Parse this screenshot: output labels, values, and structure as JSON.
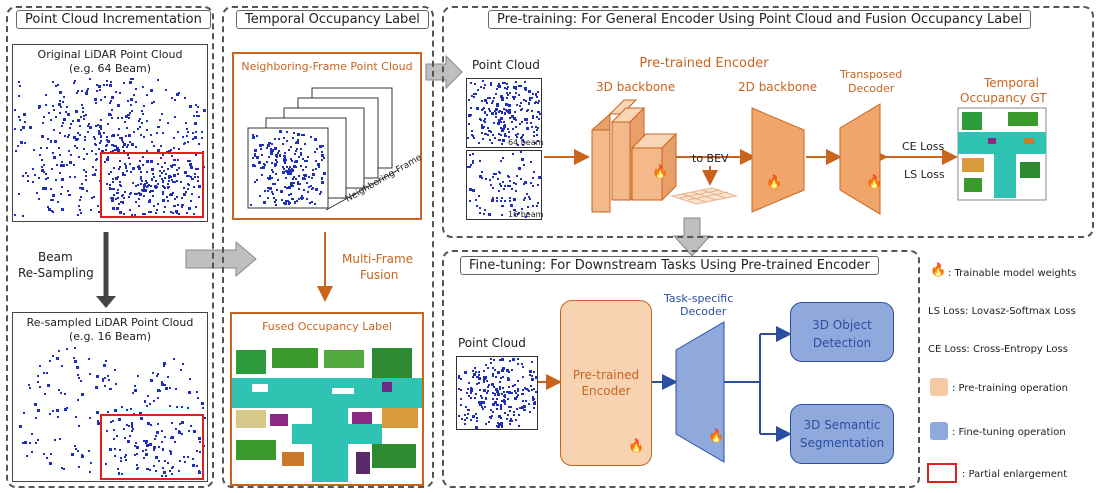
{
  "panels": {
    "point_cloud_incrementation": "Point Cloud Incrementation",
    "temporal_occupancy_label": "Temporal Occupancy Label",
    "pretraining": "Pre-training: For General Encoder Using Point Cloud and Fusion Occupancy Label",
    "finetuning": "Fine-tuning: For Downstream Tasks Using Pre-trained Encoder"
  },
  "incrementation": {
    "original_title": "Original LiDAR Point Cloud",
    "original_sub": "(e.g. 64 Beam)",
    "beam_line1": "Beam",
    "beam_line2": "Re-Sampling",
    "resampled_title": "Re-sampled LiDAR Point Cloud",
    "resampled_sub": "(e.g. 16 Beam)"
  },
  "temporal": {
    "neighboring_title": "Neighboring-Frame Point Cloud",
    "neighboring_axis": "Neighboring-Frame",
    "fusion_line1": "Multi-Frame",
    "fusion_line2": "Fusion",
    "fused_title": "Fused Occupancy Label"
  },
  "pretrain": {
    "point_cloud": "Point Cloud",
    "beam64": "64 beam",
    "beam16": "16 beam",
    "encoder_title": "Pre-trained Encoder",
    "backbone3d": "3D backbone",
    "backbone2d": "2D backbone",
    "to_bev": "to BEV",
    "decoder_line1": "Transposed",
    "decoder_line2": "Decoder",
    "gt_line1": "Temporal",
    "gt_line2": "Occupancy GT",
    "ce_loss": "CE Loss",
    "ls_loss": "LS Loss"
  },
  "finetune": {
    "point_cloud": "Point Cloud",
    "encoder_line1": "Pre-trained",
    "encoder_line2": "Encoder",
    "decoder_line1": "Task-specific",
    "decoder_line2": "Decoder",
    "det_line1": "3D Object",
    "det_line2": "Detection",
    "seg_line1": "3D Semantic",
    "seg_line2": "Segmentation"
  },
  "legend": {
    "trainable": ": Trainable model weights",
    "ls": "LS Loss: Lovasz-Softmax Loss",
    "ce": "CE Loss: Cross-Entropy Loss",
    "pretraining_op": ": Pre-training operation",
    "finetuning_op": ": Fine-tuning operation",
    "partial": ": Partial enlargement"
  },
  "icons": {
    "flame": "flame-icon",
    "arrow": "arrow-icon"
  },
  "colors": {
    "pretrain_fill": "#f4c9a3",
    "pretrain_bg": "#fbe5d3",
    "pretrain_text": "#c8641e",
    "finetune_fill": "#8fa9dc",
    "finetune_text": "#2a4fa0",
    "highlight_red": "#e02020",
    "flame": "#e8241c",
    "occupancy_cyan": "#2fc3b4"
  }
}
